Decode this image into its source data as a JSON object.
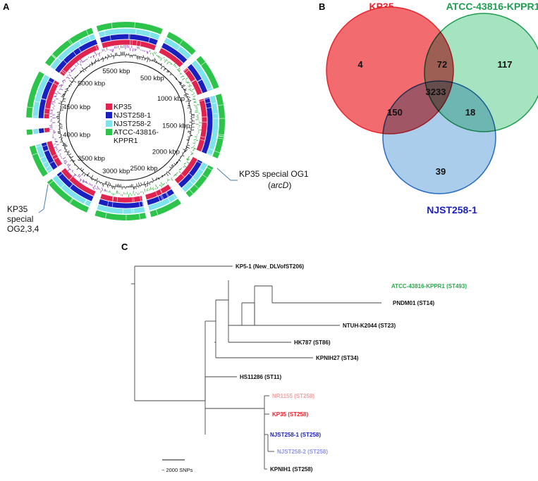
{
  "panels": {
    "a": "A",
    "b": "B",
    "c": "C"
  },
  "panel_a": {
    "kbp_labels": [
      "500 kbp",
      "1000 kbp",
      "1500 kbp",
      "2000 kbp",
      "2500 kbp",
      "3000 kbp",
      "3500 kbp",
      "4000 kbp",
      "4500 kbp",
      "5000 kbp",
      "5500 kbp"
    ],
    "legend": [
      {
        "label": "KP35",
        "color": "#e0234f"
      },
      {
        "label": "NJST258-1",
        "color": "#1a1fc0"
      },
      {
        "label": "NJST258-2",
        "color": "#7fe3ec"
      },
      {
        "label": "ATCC-43816-",
        "label2": "KPPR1",
        "color": "#2cc44a"
      }
    ],
    "callout_right": {
      "line1": "KP35 special OG1",
      "line2_open": "(",
      "line2_italic": "arcD",
      "line2_close": ")"
    },
    "callout_left": {
      "line1": "KP35",
      "line2": "special",
      "line3": "OG2,3,4"
    }
  },
  "panel_b": {
    "sets": [
      {
        "name": "KP35",
        "color": "#e8232b",
        "fill": "#f26b6e"
      },
      {
        "name": "ATCC-43816-KPPR1",
        "color": "#1e9e4f",
        "fill": "#a6e3c0"
      },
      {
        "name": "NJST258-1",
        "color": "#1a1fc0",
        "fill": "#a9cdeb"
      }
    ],
    "counts": {
      "kp35_only": "4",
      "atcc_only": "117",
      "njst_only": "39",
      "kp35_atcc": "72",
      "kp35_njst": "150",
      "atcc_njst": "18",
      "all_three": "3233"
    }
  },
  "panel_c": {
    "leaves": [
      {
        "label": "KP5-1 (New_DLVofST206)",
        "color": "#111111"
      },
      {
        "label": "ATCC-43816-KPPR1 (ST493)",
        "color": "#2aa84a"
      },
      {
        "label": "PNDM01 (ST14)",
        "color": "#111111"
      },
      {
        "label": "NTUH-K2044 (ST23)",
        "color": "#111111"
      },
      {
        "label": "HK787 (ST86)",
        "color": "#111111"
      },
      {
        "label": "KPNIH27 (ST34)",
        "color": "#111111"
      },
      {
        "label": "HS11286 (ST11)",
        "color": "#111111"
      },
      {
        "label": "NR1155 (ST258)",
        "color": "#f4a0a0"
      },
      {
        "label": "KP35 (ST258)",
        "color": "#e8232b"
      },
      {
        "label": "NJST258-1 (ST258)",
        "color": "#1a1fc0"
      },
      {
        "label": "NJST258-2 (ST258)",
        "color": "#8f95e8"
      },
      {
        "label": "KPNIH1 (ST258)",
        "color": "#111111"
      }
    ],
    "scale_label": "~ 2000 SNPs"
  }
}
